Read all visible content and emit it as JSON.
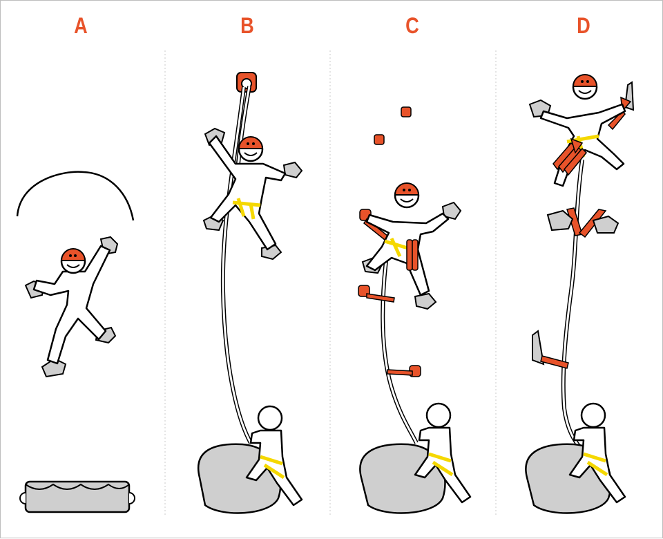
{
  "panels": [
    {
      "label": "A"
    },
    {
      "label": "B"
    },
    {
      "label": "C"
    },
    {
      "label": "D"
    }
  ],
  "colors": {
    "accent": "#e8532a",
    "harness": "#f5d800",
    "rock": "#cfcfcf",
    "ink": "#000000"
  }
}
